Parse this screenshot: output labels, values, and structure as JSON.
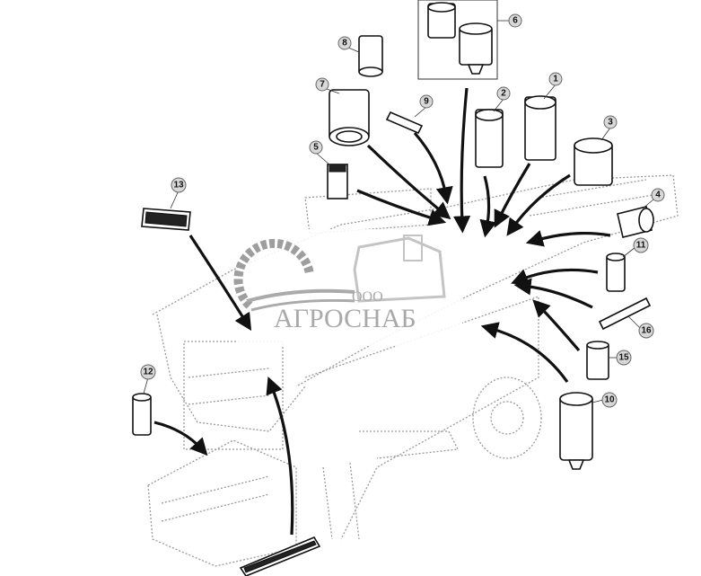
{
  "diagram": {
    "callouts": [
      {
        "id": "callout-1",
        "label": "1"
      },
      {
        "id": "callout-2",
        "label": "2"
      },
      {
        "id": "callout-3",
        "label": "3"
      },
      {
        "id": "callout-4",
        "label": "4"
      },
      {
        "id": "callout-5",
        "label": "5"
      },
      {
        "id": "callout-6",
        "label": "6"
      },
      {
        "id": "callout-7",
        "label": "7"
      },
      {
        "id": "callout-8",
        "label": "8"
      },
      {
        "id": "callout-9",
        "label": "9"
      },
      {
        "id": "callout-10",
        "label": "10"
      },
      {
        "id": "callout-11",
        "label": "11"
      },
      {
        "id": "callout-12",
        "label": "12"
      },
      {
        "id": "callout-13",
        "label": "13"
      },
      {
        "id": "callout-15",
        "label": "15"
      },
      {
        "id": "callout-16",
        "label": "16"
      }
    ]
  },
  "watermark": {
    "prefix": "ООО",
    "name": "АГРОСНАБ"
  }
}
